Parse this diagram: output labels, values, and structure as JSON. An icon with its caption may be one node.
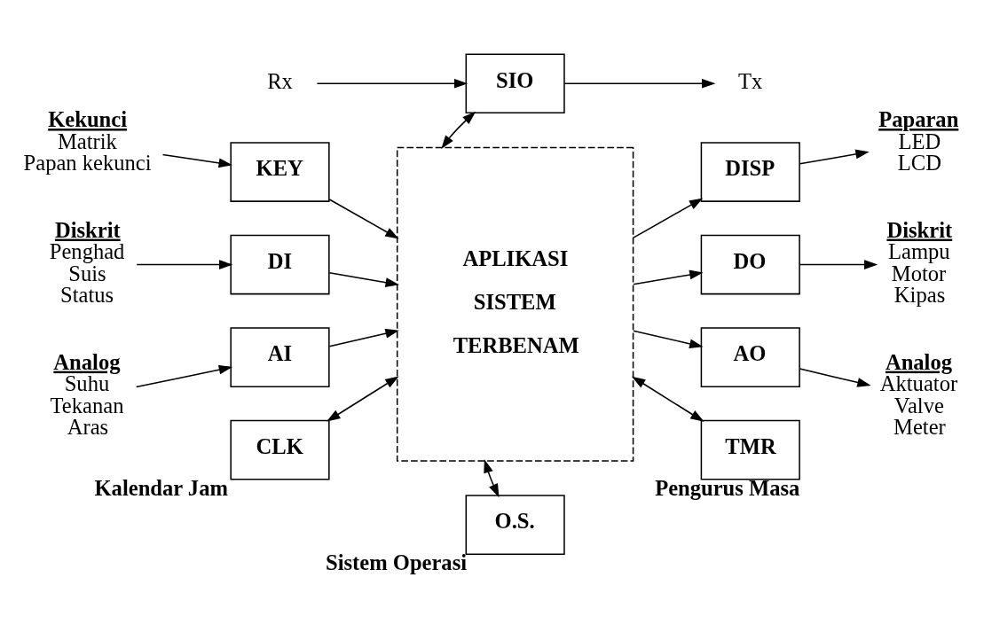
{
  "diagram": {
    "nodes": [
      {
        "text": [
          "Rx"
        ]
      },
      {
        "text": [
          "SIO"
        ]
      },
      {
        "text": [
          "Tx"
        ]
      },
      {
        "text": [
          "Kekunci",
          "Matrik",
          "Papan kekunci"
        ]
      },
      {
        "text": [
          "KEY"
        ]
      },
      {
        "text": [
          "APLIKASI SISTEM TERBENAM"
        ]
      },
      {
        "text": [
          "DISP"
        ]
      },
      {
        "text": [
          "Paparan",
          "LED",
          "LCD"
        ]
      },
      {
        "text": [
          "Diskrit",
          "Penghad",
          "Suis",
          "Status"
        ]
      },
      {
        "text": [
          "DI"
        ]
      },
      {
        "text": [
          "DO"
        ]
      },
      {
        "text": [
          "Diskrit",
          "Lampu",
          "Motor",
          "Kipas"
        ]
      },
      {
        "text": [
          "Analog",
          "Suhu",
          "Tekanan",
          "Aras"
        ]
      },
      {
        "text": [
          "AI"
        ]
      },
      {
        "text": [
          "AO"
        ]
      },
      {
        "text": [
          "Analog",
          "Aktuator",
          "Valve",
          "Meter"
        ]
      },
      {
        "text": [
          "CLK"
        ],
        "beside": [
          "Kalendar Jam"
        ]
      },
      {
        "text": [
          "O.S."
        ],
        "beside": [
          "Sistem Operasi"
        ]
      },
      {
        "text": [
          "TMR"
        ],
        "beside": [
          "Pengurus Masa"
        ]
      }
    ],
    "edges": [
      {
        "from": 0,
        "to": 1,
        "arrow": "to"
      },
      {
        "from": 1,
        "to": 2,
        "arrow": "to"
      },
      {
        "from": 1,
        "to": 5,
        "arrow": "both"
      },
      {
        "from": 3,
        "to": 4,
        "arrow": "to"
      },
      {
        "from": 4,
        "to": 5,
        "arrow": "to"
      },
      {
        "from": 5,
        "to": 6,
        "arrow": "to"
      },
      {
        "from": 6,
        "to": 7,
        "arrow": "to"
      },
      {
        "from": 8,
        "to": 9,
        "arrow": "to"
      },
      {
        "from": 9,
        "to": 5,
        "arrow": "to"
      },
      {
        "from": 5,
        "to": 10,
        "arrow": "to"
      },
      {
        "from": 10,
        "to": 11,
        "arrow": "to"
      },
      {
        "from": 12,
        "to": 13,
        "arrow": "to"
      },
      {
        "from": 13,
        "to": 5,
        "arrow": "to"
      },
      {
        "from": 5,
        "to": 14,
        "arrow": "to"
      },
      {
        "from": 14,
        "to": 15,
        "arrow": "to"
      },
      {
        "from": 5,
        "to": 16,
        "arrow": "both"
      },
      {
        "from": 5,
        "to": 17,
        "arrow": "both"
      },
      {
        "from": 5,
        "to": 18,
        "arrow": "both"
      }
    ]
  }
}
